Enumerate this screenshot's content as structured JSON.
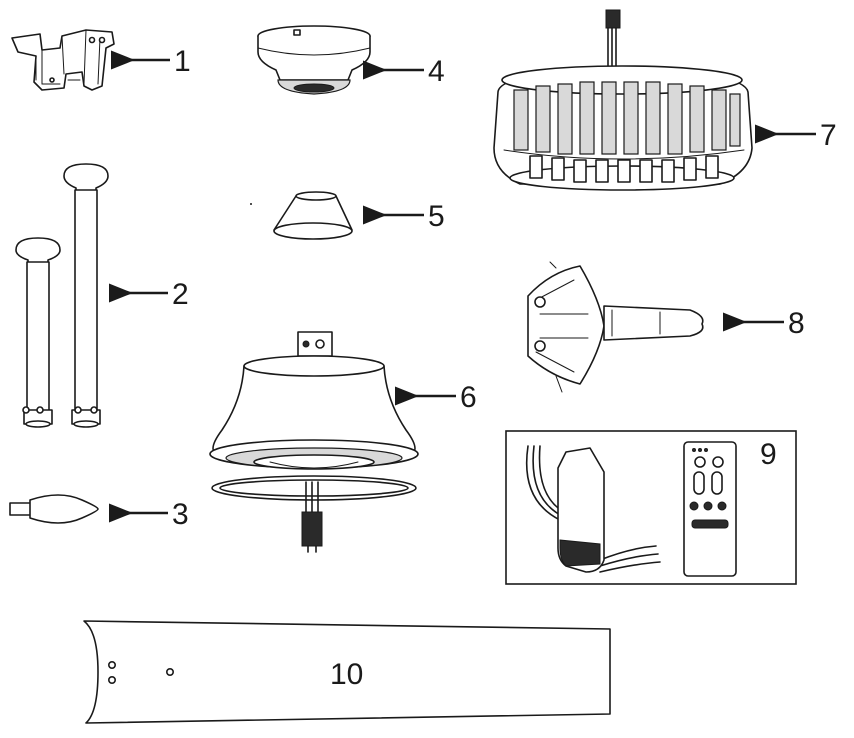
{
  "parts": [
    {
      "number": "1",
      "icon": "mounting-bracket-icon"
    },
    {
      "number": "2",
      "icon": "downrod-icon"
    },
    {
      "number": "3",
      "icon": "hook-ball-icon"
    },
    {
      "number": "4",
      "icon": "canopy-icon"
    },
    {
      "number": "5",
      "icon": "coupling-cover-icon"
    },
    {
      "number": "6",
      "icon": "motor-housing-icon"
    },
    {
      "number": "7",
      "icon": "crystal-light-kit-icon"
    },
    {
      "number": "8",
      "icon": "blade-arm-icon"
    },
    {
      "number": "9",
      "icon": "receiver-and-remote-icon"
    },
    {
      "number": "10",
      "icon": "fan-blade-icon"
    }
  ],
  "colors": {
    "line": "#1a1a1a",
    "fill": "#ffffff",
    "shade": "#d9d9d9"
  }
}
